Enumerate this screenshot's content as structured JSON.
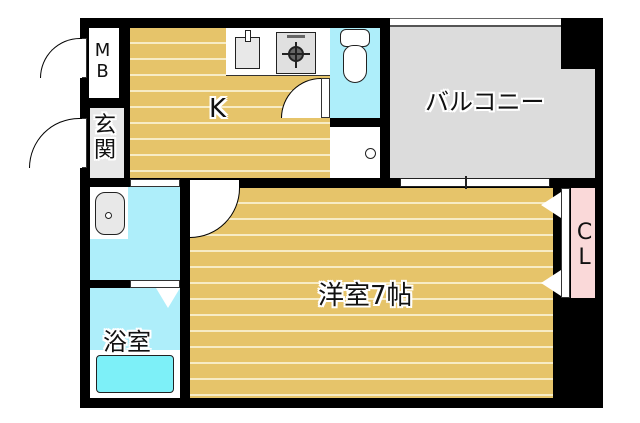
{
  "floor_plan": {
    "rooms": {
      "mb": {
        "label": "MB"
      },
      "entrance": {
        "label": "玄関"
      },
      "kitchen": {
        "label": "K"
      },
      "balcony": {
        "label": "バルコニー"
      },
      "western_room": {
        "label": "洋室7帖"
      },
      "closet": {
        "label": "CL"
      },
      "bathroom": {
        "label": "浴室"
      }
    },
    "colors": {
      "wall": "#000000",
      "wood_floor": "#e6c46a",
      "wood_line": "#f7ecc6",
      "wet_area": "#aeeefa",
      "balcony": "#dcdcdc",
      "closet": "#fad9d9",
      "bathtub": "#7df0f8"
    }
  }
}
